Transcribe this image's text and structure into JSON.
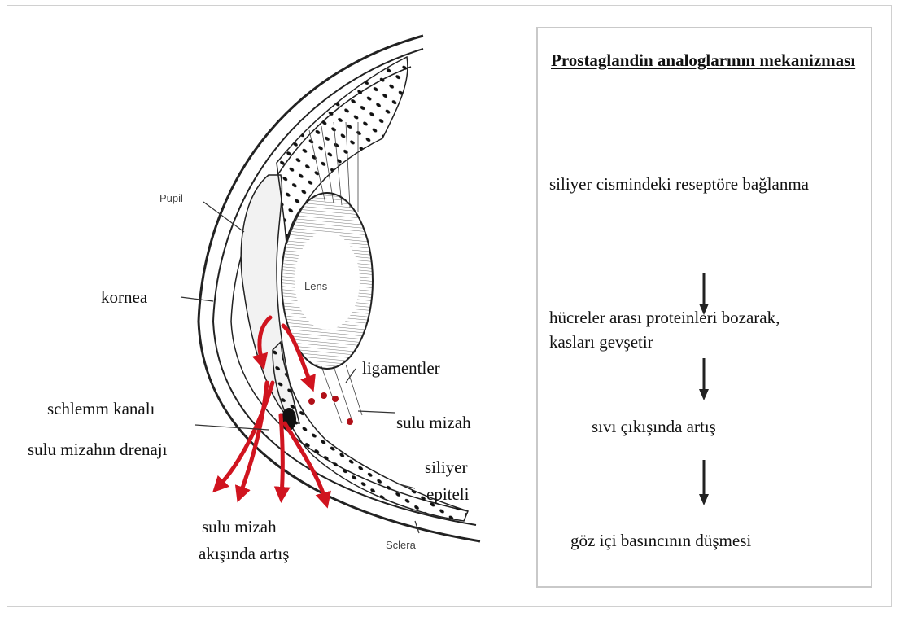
{
  "diagram": {
    "labels": {
      "pupil": "Pupil",
      "lens": "Lens",
      "sclera": "Sclera",
      "kornea": "kornea",
      "ligamentler": "ligamentler",
      "schlemm": "schlemm kanalı",
      "sulu_mizah": "sulu mizah",
      "drenaj": "sulu mizahın drenajı",
      "siliyer_1": "siliyer",
      "siliyer_2": "epiteli",
      "akis_1": "sulu mizah",
      "akis_2": "akışında artış"
    },
    "colors": {
      "flow_arrow": "#d0141f",
      "outline": "#222222"
    }
  },
  "panel": {
    "title": "Prostaglandin analoglarının mekanizması",
    "steps": [
      "siliyer cismindeki reseptöre bağlanma",
      "hücreler arası proteinleri bozarak, kasları gevşetir",
      "sıvı çıkışında artış",
      "göz içi basıncının düşmesi"
    ],
    "arrow_icon": "down-arrow-icon"
  }
}
